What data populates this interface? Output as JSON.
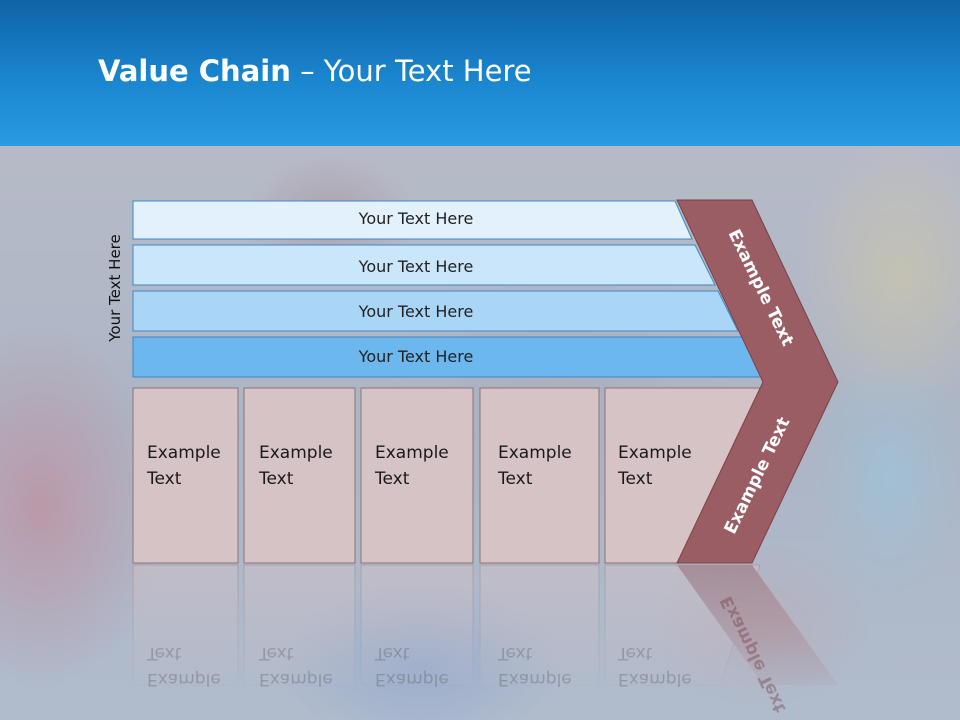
{
  "title": {
    "bold": "Value Chain",
    "rest": " – Your Text Here"
  },
  "side_label": "Your Text Here",
  "rows": [
    {
      "label": "Your Text Here",
      "color": "#e2f1fc"
    },
    {
      "label": "Your Text Here",
      "color": "#c9e6fa"
    },
    {
      "label": "Your Text Here",
      "color": "#a9d5f6"
    },
    {
      "label": "Your Text Here",
      "color": "#6bb7ee"
    }
  ],
  "boxes": [
    {
      "line1": "Example",
      "line2": "Text"
    },
    {
      "line1": "Example",
      "line2": "Text"
    },
    {
      "line1": "Example",
      "line2": "Text"
    },
    {
      "line1": "Example",
      "line2": "Text"
    },
    {
      "line1": "Example",
      "line2": "Text"
    }
  ],
  "chevron": {
    "upper": "Example Text",
    "lower": "Example Text",
    "color": "#9a5d63"
  },
  "colors": {
    "box_fill": "#d6c3c5",
    "banner": "#1a86cf"
  }
}
